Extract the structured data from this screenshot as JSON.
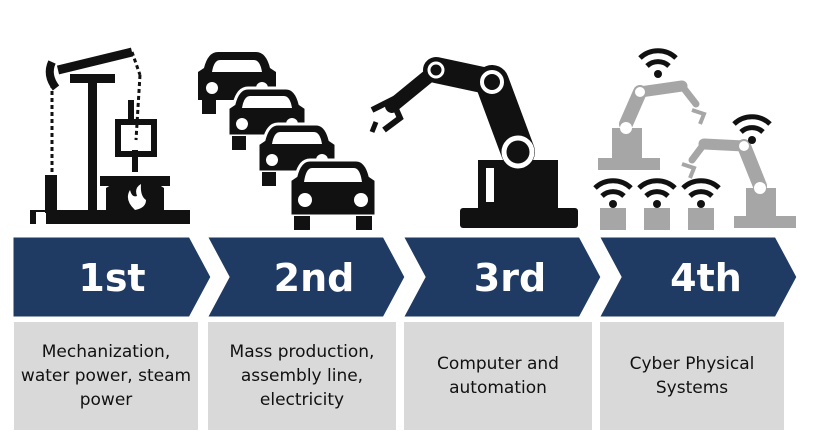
{
  "colors": {
    "banner": "#1f3b63",
    "banner_text": "#ffffff",
    "caption_bg": "#d9d9d9",
    "icon_dark": "#111111",
    "icon_gray": "#a6a6a6"
  },
  "stages": [
    {
      "label": "1st",
      "icon": "oil-pump-steam-engine-icon",
      "lines": [
        "Mechanization,",
        "water power, steam",
        "power"
      ]
    },
    {
      "label": "2nd",
      "icon": "assembly-line-cars-icon",
      "lines": [
        "Mass production,",
        "assembly line,",
        "electricity"
      ]
    },
    {
      "label": "3rd",
      "icon": "robot-arm-icon",
      "lines": [
        "Computer and",
        "automation"
      ]
    },
    {
      "label": "4th",
      "icon": "wireless-robots-icon",
      "lines": [
        "Cyber Physical",
        "Systems"
      ]
    }
  ]
}
